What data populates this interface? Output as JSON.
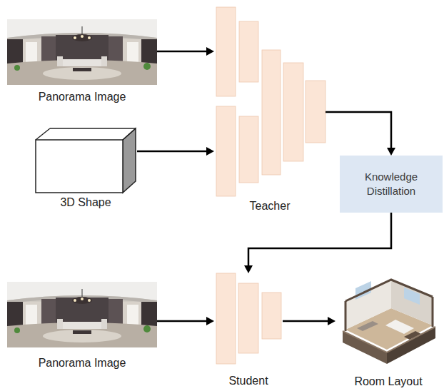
{
  "diagram": {
    "nodes": [
      {
        "text": [
          "Panorama Image"
        ]
      },
      {
        "text": [
          "3D Shape"
        ]
      },
      {
        "text": [
          "Teacher"
        ]
      },
      {
        "text": [
          "Knowledge Distillation"
        ]
      },
      {
        "text": [
          "Panorama Image"
        ]
      },
      {
        "text": [
          "Student"
        ]
      },
      {
        "text": [
          "Room Layout"
        ]
      }
    ],
    "edges": [
      {
        "from": 0,
        "to": 2,
        "arrow": "to"
      },
      {
        "from": 1,
        "to": 2,
        "arrow": "to"
      },
      {
        "from": 2,
        "to": 3,
        "arrow": "to"
      },
      {
        "from": 3,
        "to": 5,
        "arrow": "to"
      },
      {
        "from": 4,
        "to": 5,
        "arrow": "to"
      },
      {
        "from": 5,
        "to": 6,
        "arrow": "to"
      }
    ]
  }
}
